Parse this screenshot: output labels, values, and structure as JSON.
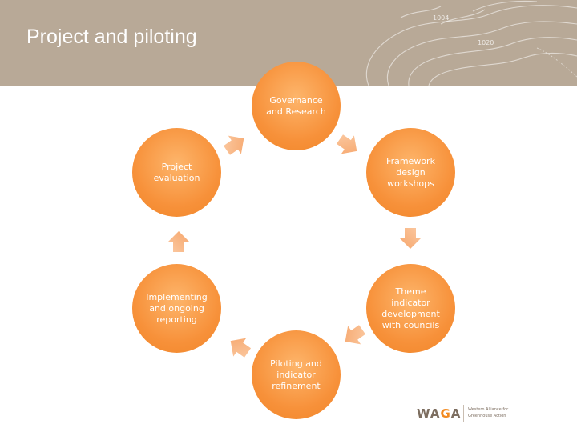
{
  "slide": {
    "title": "Project and piloting",
    "map_labels": [
      "1004",
      "1020"
    ]
  },
  "cycle": {
    "nodes": [
      {
        "id": "governance",
        "label": "Governance\nand Research"
      },
      {
        "id": "framework",
        "label": "Framework\ndesign\nworkshops"
      },
      {
        "id": "theme",
        "label": "Theme\nindicator\ndevelopment\nwith councils"
      },
      {
        "id": "piloting",
        "label": "Piloting and\nindicator\nrefinement"
      },
      {
        "id": "implementing",
        "label": "Implementing\nand ongoing\nreporting"
      },
      {
        "id": "evaluation",
        "label": "Project\nevaluation"
      }
    ],
    "colors": {
      "node": "#f7913a",
      "arrow": "#f9b98a"
    }
  },
  "logo": {
    "word_prefix": "WA",
    "word_accent": "G",
    "word_suffix": "A",
    "tagline": "Western Alliance for\nGreenhouse Action"
  }
}
